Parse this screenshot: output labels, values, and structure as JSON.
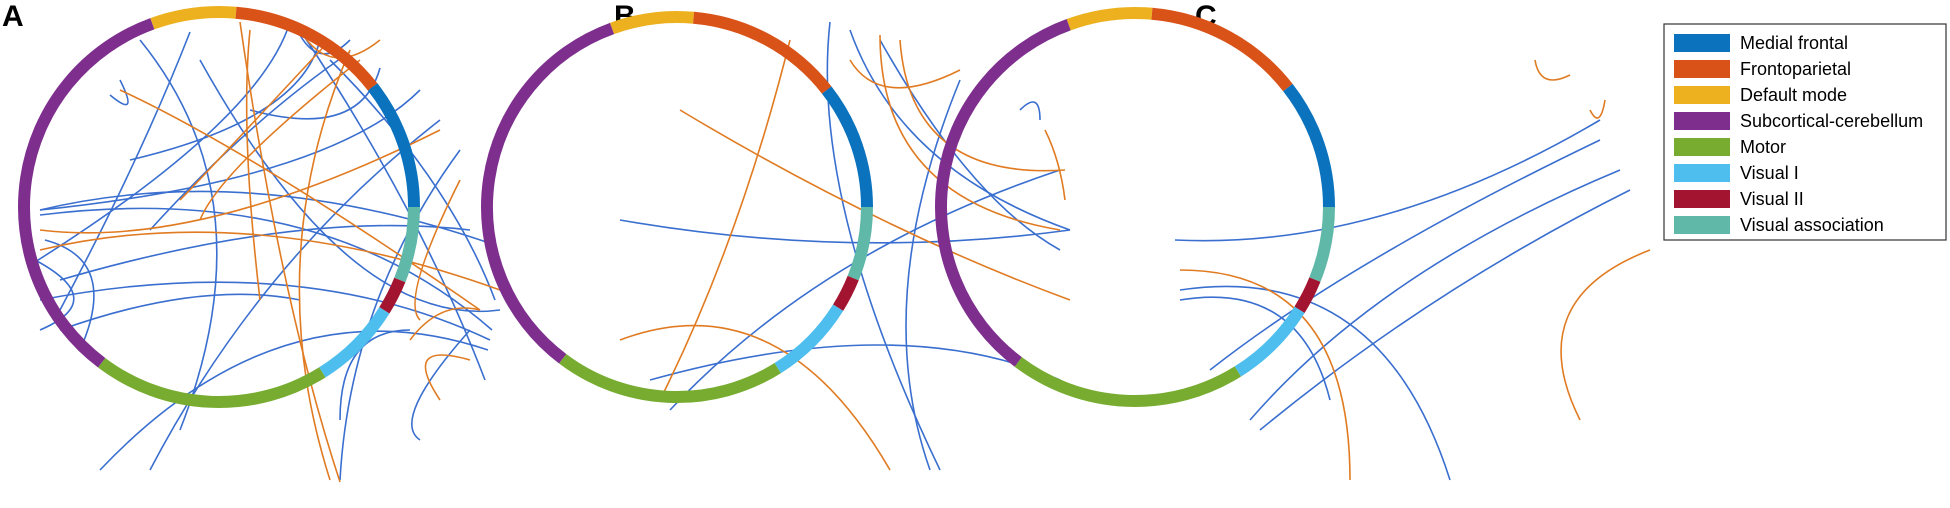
{
  "colors": {
    "medial_frontal": "#0b72bd",
    "frontoparietal": "#d95319",
    "default_mode": "#edb120",
    "subcortical_cerebellum": "#7e2f8e",
    "motor": "#77ac30",
    "visual_1": "#4dbeee",
    "visual_2": "#a2142f",
    "visual_association": "#5fb8a8",
    "positive_edge": "#3a6fcf",
    "negative_edge": "#e07b22"
  },
  "legend": [
    {
      "label": "Medial frontal",
      "color": "#0b72bd"
    },
    {
      "label": "Frontoparietal",
      "color": "#d95319"
    },
    {
      "label": "Default mode",
      "color": "#edb120"
    },
    {
      "label": "Subcortical-cerebellum",
      "color": "#7e2f8e"
    },
    {
      "label": "Motor",
      "color": "#77ac30"
    },
    {
      "label": "Visual I",
      "color": "#4dbeee"
    },
    {
      "label": "Visual II",
      "color": "#a2142f"
    },
    {
      "label": "Visual association",
      "color": "#5fb8a8"
    }
  ],
  "network_order": [
    "Default mode",
    "Frontoparietal",
    "Medial frontal",
    "Visual association",
    "Visual II",
    "Visual I",
    "Motor",
    "Subcortical-cerebellum"
  ],
  "panels": [
    {
      "label": "A",
      "positive_edges": 24,
      "negative_edges": 12
    },
    {
      "label": "B",
      "positive_edges": 8,
      "negative_edges": 7
    },
    {
      "label": "C",
      "positive_edges": 6,
      "negative_edges": 4
    }
  ]
}
